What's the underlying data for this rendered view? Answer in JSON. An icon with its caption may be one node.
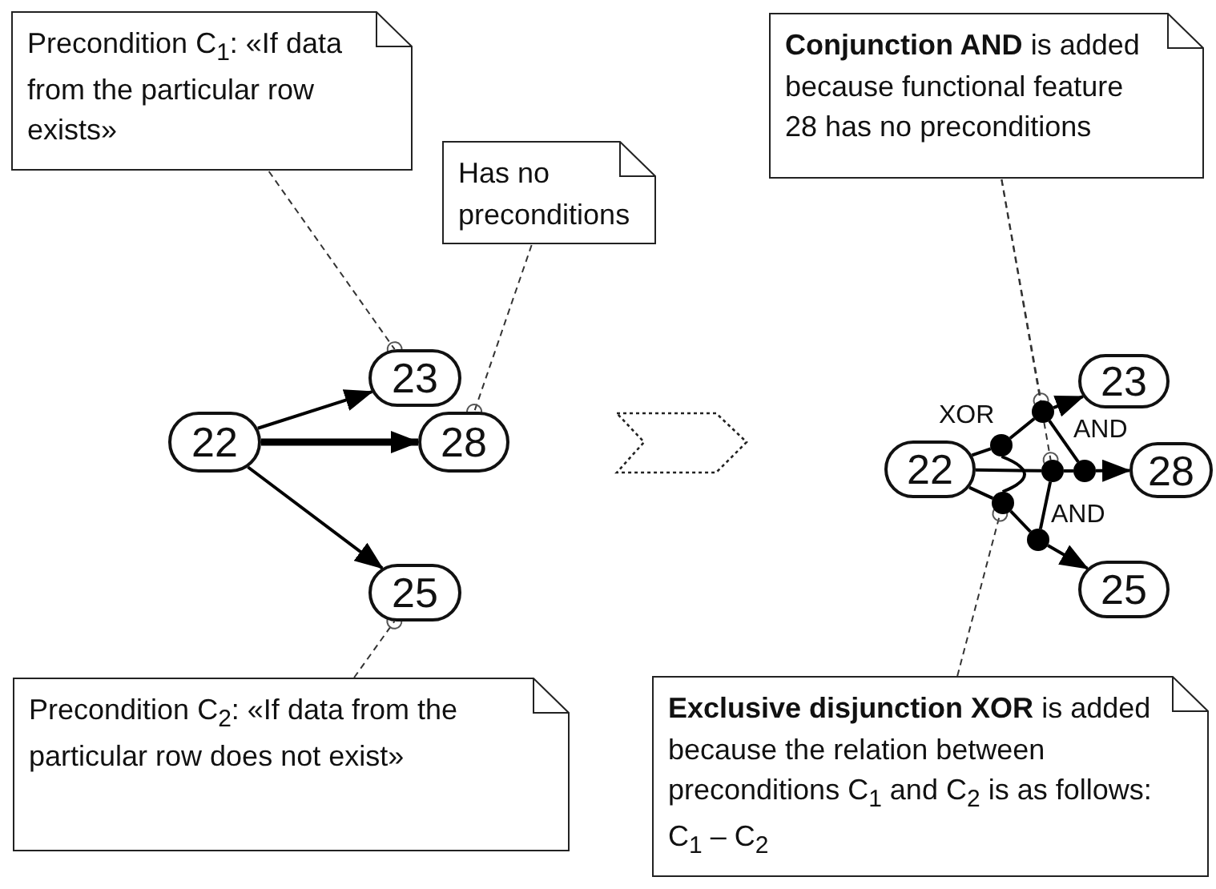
{
  "diagram": {
    "nodes": [
      {
        "text": [
          "Precondition C$_{1}$: «If data from the particular row exists»"
        ]
      },
      {
        "text": [
          "Has no preconditions"
        ]
      },
      {
        "text": [
          "22"
        ]
      },
      {
        "text": [
          "23"
        ]
      },
      {
        "text": [
          "28"
        ]
      },
      {
        "text": [
          "25"
        ]
      },
      {
        "text": [
          "Precondition C$_{2}$: «If data from the particular row does not exist»"
        ]
      },
      {
        "text": [
          "**Conjunction AND** is added because functional feature 28 has no preconditions"
        ]
      },
      {
        "text": [
          "22"
        ]
      },
      {
        "text": [],
        "shape": "circle"
      },
      {
        "text": [],
        "shape": "circle"
      },
      {
        "text": [],
        "shape": "circle"
      },
      {
        "text": [],
        "shape": "circle"
      },
      {
        "text": [],
        "shape": "circle"
      },
      {
        "text": [],
        "shape": "circle"
      },
      {
        "text": [
          "23"
        ]
      },
      {
        "text": [
          "28"
        ]
      },
      {
        "text": [
          "25"
        ]
      },
      {
        "text": [
          "**Exclusive disjunction XOR** is added because the relation between preconditions C$_{1}$ and C$_{2}$ is as follows: C$_{1}$ – C$_{2}$"
        ]
      }
    ],
    "edges": [
      {
        "from": 2,
        "to": 3,
        "arrow": "to"
      },
      {
        "from": 2,
        "to": 4,
        "arrow": "to",
        "style": "thick"
      },
      {
        "from": 2,
        "to": 5,
        "arrow": "to"
      },
      {
        "from": 0,
        "to": 3,
        "arrow": "other",
        "style": "dashed"
      },
      {
        "from": 1,
        "to": 4,
        "arrow": "other",
        "style": "dashed"
      },
      {
        "from": 6,
        "to": 5,
        "arrow": "other",
        "style": "dashed"
      },
      {
        "from": 8,
        "to": 9,
        "arrow": "none"
      },
      {
        "from": 9,
        "to": 12,
        "arrow": "none"
      },
      {
        "from": 12,
        "to": 15,
        "arrow": "to"
      },
      {
        "from": 8,
        "to": 13,
        "arrow": "none"
      },
      {
        "from": 13,
        "to": 14,
        "arrow": "none"
      },
      {
        "from": 14,
        "to": 16,
        "arrow": "to"
      },
      {
        "from": 8,
        "to": 10,
        "arrow": "none"
      },
      {
        "from": 10,
        "to": 11,
        "arrow": "none"
      },
      {
        "from": 11,
        "to": 17,
        "arrow": "to"
      },
      {
        "from": 12,
        "to": 14,
        "arrow": "none"
      },
      {
        "from": 13,
        "to": 11,
        "arrow": "none"
      },
      {
        "from": 9,
        "to": 10,
        "arrow": "none"
      },
      {
        "from": 7,
        "to": 12,
        "arrow": "other",
        "style": "dashed"
      },
      {
        "from": 7,
        "to": 13,
        "arrow": "other",
        "style": "dashed"
      },
      {
        "from": 18,
        "to": 10,
        "arrow": "other",
        "style": "dashed"
      }
    ],
    "labels": [
      "XOR",
      "AND",
      "AND"
    ]
  }
}
